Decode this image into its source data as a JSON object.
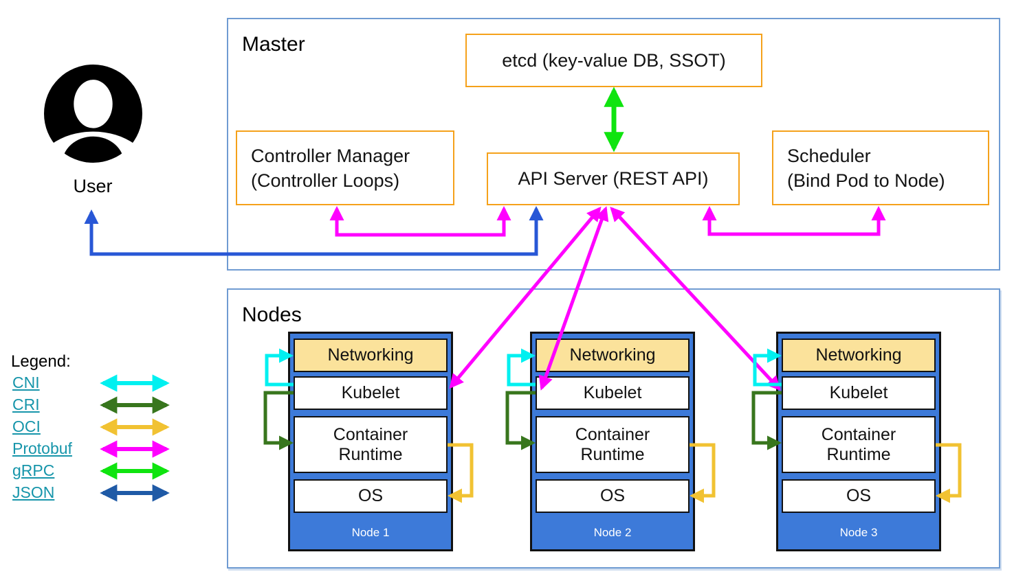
{
  "palette": {
    "component_border_orange": "#F5A11A",
    "container_border_blue": "#6F9BD2",
    "node_fill_blue": "#3D7AD9",
    "networking_fill_yellow": "#FBE29B",
    "cni_cyan": "#00F0F0",
    "cri_dark_green": "#38761D",
    "oci_yellow": "#F1C232",
    "protobuf_magenta": "#FF00FF",
    "grpc_green": "#0FE40F",
    "json_dark_blue": "#1F5AA6",
    "user_arrow_blue": "#2857D6",
    "legend_link_teal": "#1695AA"
  },
  "user": {
    "label": "User"
  },
  "master": {
    "title": "Master",
    "etcd_label": "etcd (key-value DB, SSOT)",
    "controller_manager_line1": "Controller Manager",
    "controller_manager_line2": "(Controller Loops)",
    "api_server_label": "API Server (REST API)",
    "scheduler_line1": "Scheduler",
    "scheduler_line2": "(Bind Pod to Node)"
  },
  "nodes": {
    "title": "Nodes",
    "items": [
      {
        "networking": "Networking",
        "kubelet": "Kubelet",
        "runtime": "Container Runtime",
        "os": "OS",
        "label": "Node 1"
      },
      {
        "networking": "Networking",
        "kubelet": "Kubelet",
        "runtime": "Container Runtime",
        "os": "OS",
        "label": "Node 2"
      },
      {
        "networking": "Networking",
        "kubelet": "Kubelet",
        "runtime": "Container Runtime",
        "os": "OS",
        "label": "Node 3"
      }
    ]
  },
  "legend": {
    "title": "Legend:",
    "entries": [
      {
        "label": "CNI",
        "color": "#00F0F0"
      },
      {
        "label": "CRI",
        "color": "#38761D"
      },
      {
        "label": "OCI",
        "color": "#F1C232"
      },
      {
        "label": "Protobuf",
        "color": "#FF00FF"
      },
      {
        "label": "gRPC",
        "color": "#0FE40F"
      },
      {
        "label": "JSON",
        "color": "#1F5AA6"
      }
    ]
  },
  "connections": [
    {
      "from": "etcd",
      "to": "API Server",
      "protocol": "gRPC"
    },
    {
      "from": "Controller Manager",
      "to": "API Server",
      "protocol": "Protobuf"
    },
    {
      "from": "Scheduler",
      "to": "API Server",
      "protocol": "Protobuf"
    },
    {
      "from": "User",
      "to": "API Server",
      "protocol": "JSON"
    },
    {
      "from": "API Server",
      "to": "Node 1 Kubelet",
      "protocol": "Protobuf"
    },
    {
      "from": "API Server",
      "to": "Node 2 Kubelet",
      "protocol": "Protobuf"
    },
    {
      "from": "API Server",
      "to": "Node 3 Kubelet",
      "protocol": "Protobuf"
    },
    {
      "from": "Networking",
      "to": "Kubelet",
      "protocol": "CNI"
    },
    {
      "from": "Kubelet",
      "to": "Container Runtime",
      "protocol": "CRI"
    },
    {
      "from": "Container Runtime",
      "to": "OS",
      "protocol": "OCI"
    }
  ]
}
